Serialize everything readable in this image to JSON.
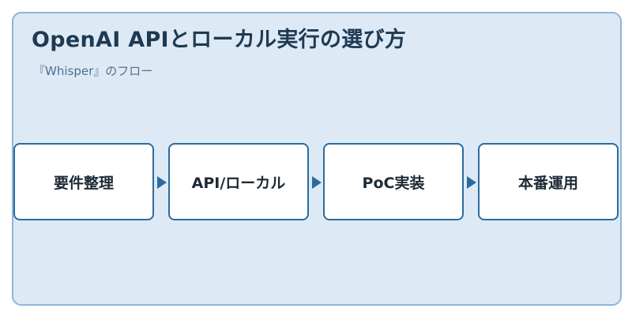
{
  "title": "OpenAI APIとローカル実行の選び方",
  "subtitle": "『Whisper』のフロー",
  "steps": [
    {
      "label": "要件整理"
    },
    {
      "label": "API/ローカル"
    },
    {
      "label": "PoC実装"
    },
    {
      "label": "本番運用"
    }
  ],
  "colors": {
    "background": "#ddeaf6",
    "border": "#8fb4d8",
    "accent": "#2b6c9f",
    "title": "#1e3a52"
  },
  "icons": [
    "arrow-right-icon"
  ]
}
